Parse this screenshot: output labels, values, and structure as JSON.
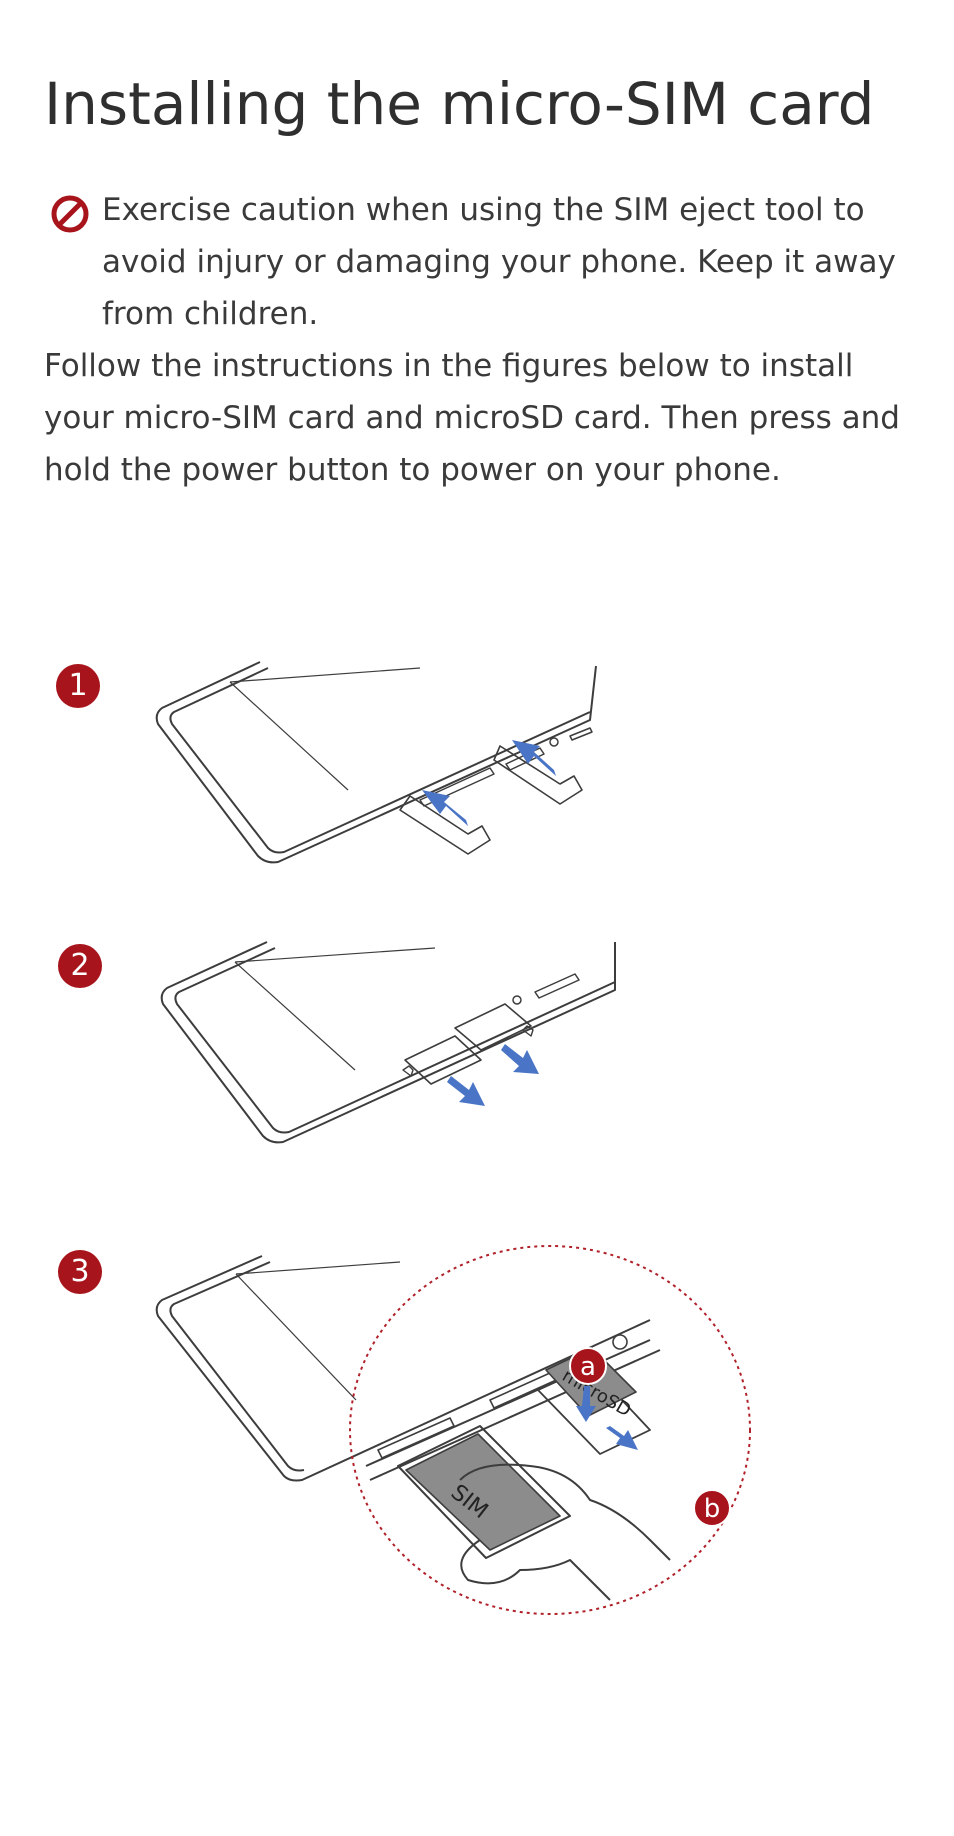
{
  "page": {
    "title": "Installing the micro-SIM card",
    "caution_text": "Exercise caution when using the SIM eject tool to avoid injury or damaging your phone. Keep it away from children.",
    "body_text": "Follow the instructions in the figures below to install your micro-SIM card and microSD card. Then press and hold the power button to power on your phone."
  },
  "steps": [
    {
      "number": "1"
    },
    {
      "number": "2"
    },
    {
      "number": "3"
    }
  ],
  "figure3": {
    "sim_label": "SIM",
    "microsd_label": "microSD",
    "callout_a": "a",
    "callout_b": "b"
  },
  "icons": {
    "caution": "prohibited-icon",
    "arrow": "arrow-icon"
  },
  "colors": {
    "accent_red": "#a8141b",
    "arrow_blue": "#4a74c6",
    "line_gray": "#3d3d3d",
    "card_gray": "#8c8c8c"
  }
}
